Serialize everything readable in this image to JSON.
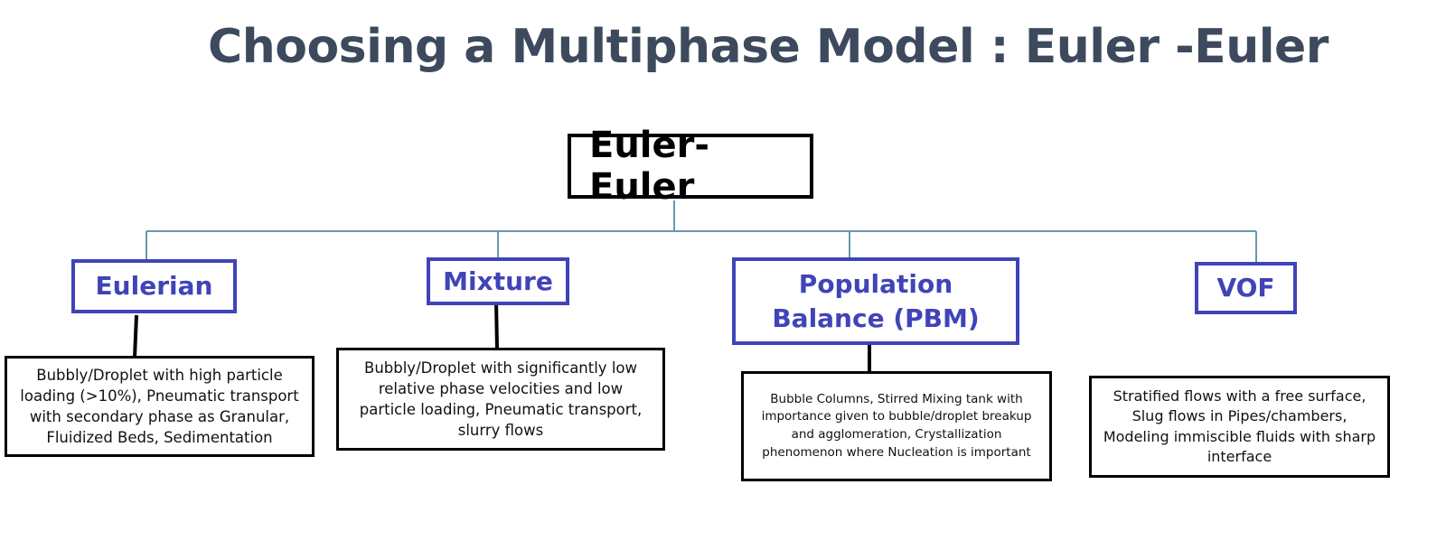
{
  "title": "Choosing a Multiphase Model : Euler -Euler",
  "root": {
    "label": "Euler-Euler"
  },
  "models": [
    {
      "label": "Eulerian",
      "description": "Bubbly/Droplet with high particle loading (>10%), Pneumatic transport with secondary phase as Granular, Fluidized Beds, Sedimentation"
    },
    {
      "label": "Mixture",
      "description": "Bubbly/Droplet with significantly low relative phase velocities and low particle loading, Pneumatic transport, slurry flows"
    },
    {
      "label": "Population Balance (PBM)",
      "description": "Bubble Columns, Stirred Mixing tank with importance given to bubble/droplet breakup and agglomeration, Crystallization phenomenon where Nucleation is important"
    },
    {
      "label": "VOF",
      "description": "Stratified flows with a free surface, Slug flows in Pipes/chambers, Modeling immiscible fluids with sharp interface"
    }
  ],
  "colors": {
    "title": "#3d4a5e",
    "model_border": "#3f44b8",
    "connector": "#6a98ad",
    "root_border": "#000000"
  }
}
